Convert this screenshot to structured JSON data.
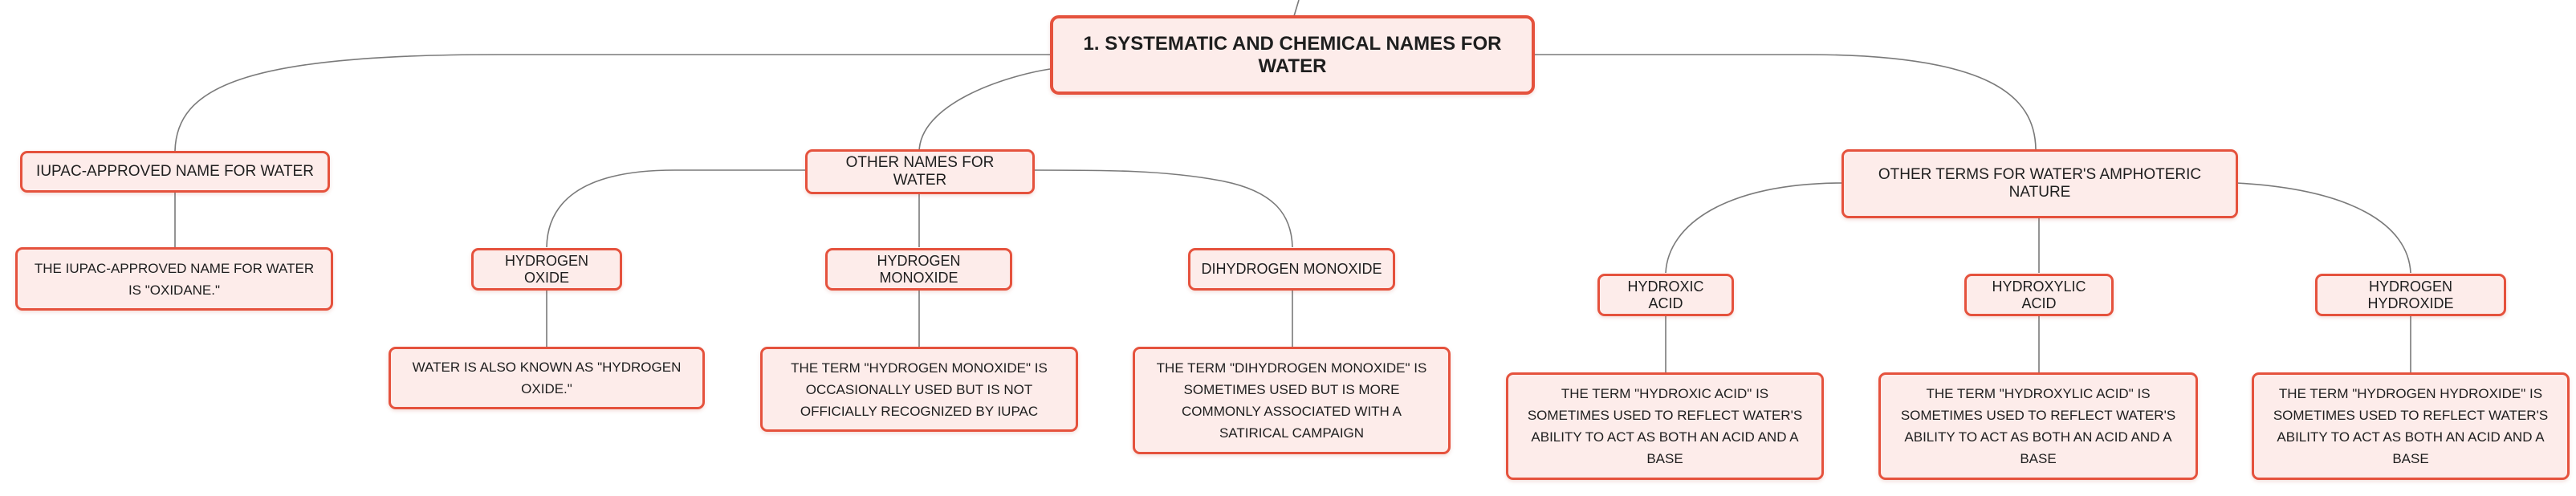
{
  "root": {
    "label": "1. SYSTEMATIC AND CHEMICAL NAMES FOR WATER"
  },
  "branches": [
    {
      "label": "IUPAC-APPROVED NAME FOR WATER",
      "description": "THE IUPAC-APPROVED NAME FOR WATER IS \"OXIDANE.\""
    },
    {
      "label": "OTHER NAMES FOR WATER",
      "children": [
        {
          "label": "HYDROGEN OXIDE",
          "description": "WATER IS ALSO KNOWN AS \"HYDROGEN OXIDE.\""
        },
        {
          "label": "HYDROGEN MONOXIDE",
          "description": "THE TERM \"HYDROGEN MONOXIDE\" IS OCCASIONALLY USED BUT IS NOT OFFICIALLY RECOGNIZED BY IUPAC"
        },
        {
          "label": "DIHYDROGEN MONOXIDE",
          "description": "THE TERM \"DIHYDROGEN MONOXIDE\" IS SOMETIMES USED BUT IS MORE COMMONLY ASSOCIATED WITH A SATIRICAL CAMPAIGN"
        }
      ]
    },
    {
      "label": "OTHER TERMS FOR WATER'S AMPHOTERIC NATURE",
      "children": [
        {
          "label": "HYDROXIC ACID",
          "description": "THE TERM \"HYDROXIC ACID\" IS SOMETIMES USED TO REFLECT WATER'S ABILITY TO ACT AS BOTH AN ACID AND A BASE"
        },
        {
          "label": "HYDROXYLIC ACID",
          "description": "THE TERM \"HYDROXYLIC ACID\" IS SOMETIMES USED TO REFLECT WATER'S ABILITY TO ACT AS BOTH AN ACID AND A BASE"
        },
        {
          "label": "HYDROGEN HYDROXIDE",
          "description": "THE TERM \"HYDROGEN HYDROXIDE\" IS SOMETIMES USED TO REFLECT WATER'S ABILITY TO ACT AS BOTH AN ACID AND A BASE"
        }
      ]
    }
  ],
  "colors": {
    "border": "#e5523d",
    "fill": "#fdecea",
    "connector": "#7a7a7a",
    "text": "#1e1e1e"
  }
}
